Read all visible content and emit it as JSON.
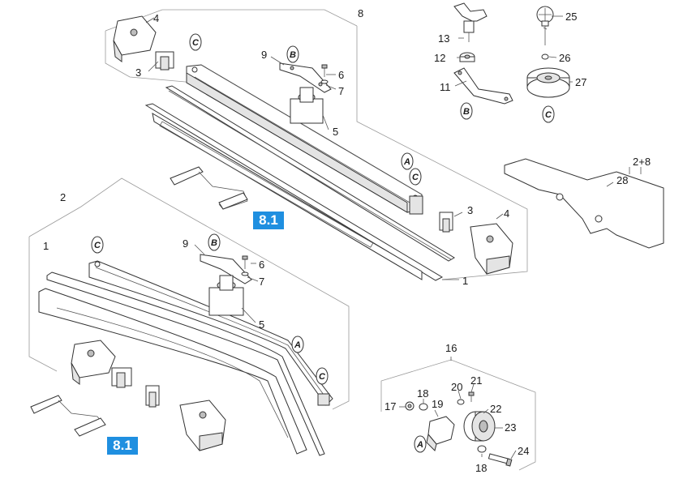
{
  "diagram": {
    "reference_boxes": [
      "8.1",
      "8.1"
    ],
    "callout_letters": [
      "C",
      "B",
      "A",
      "C",
      "B",
      "C",
      "C",
      "B",
      "A",
      "C",
      "A"
    ],
    "part_numbers": {
      "upper": [
        "4",
        "8",
        "3",
        "9",
        "6",
        "7",
        "5",
        "3",
        "4",
        "1"
      ],
      "lower": [
        "2",
        "1",
        "9",
        "6",
        "7",
        "5"
      ],
      "knobs": [
        "13",
        "12",
        "11",
        "25",
        "26",
        "27"
      ],
      "plate": [
        "2+8",
        "28"
      ],
      "roller": [
        "16",
        "17",
        "18",
        "19",
        "20",
        "21",
        "22",
        "23",
        "24",
        "18"
      ]
    },
    "colors": {
      "reference_box": "#1f8fe0",
      "lines": "#333333"
    }
  }
}
